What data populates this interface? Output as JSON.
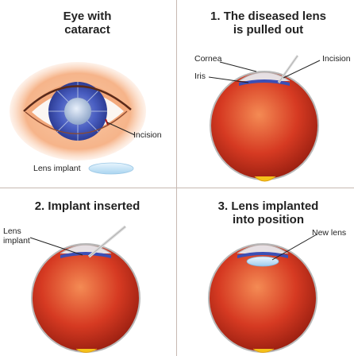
{
  "panels": [
    {
      "title_lines": [
        "Eye with",
        "cataract"
      ],
      "labels": {
        "incision": "Incision",
        "lens_implant": "Lens implant"
      }
    },
    {
      "title_lines": [
        "1. The diseased lens",
        "is pulled out"
      ],
      "labels": {
        "cornea": "Cornea",
        "iris": "Iris",
        "incision": "Incision"
      }
    },
    {
      "title_lines": [
        "2. Implant inserted"
      ],
      "labels": {
        "lens_implant_lines": [
          "Lens",
          "implant"
        ]
      }
    },
    {
      "title_lines": [
        "3. Lens implanted",
        "into position"
      ],
      "labels": {
        "new_lens": "New lens"
      }
    }
  ],
  "colors": {
    "eyeball": "#d63a22",
    "eyeball_highlight": "#f07a4a",
    "iris": "#3b4fb5",
    "skin": "#f6b48a",
    "lens": "#bfe0f5",
    "divider": "#c7b9b2"
  }
}
